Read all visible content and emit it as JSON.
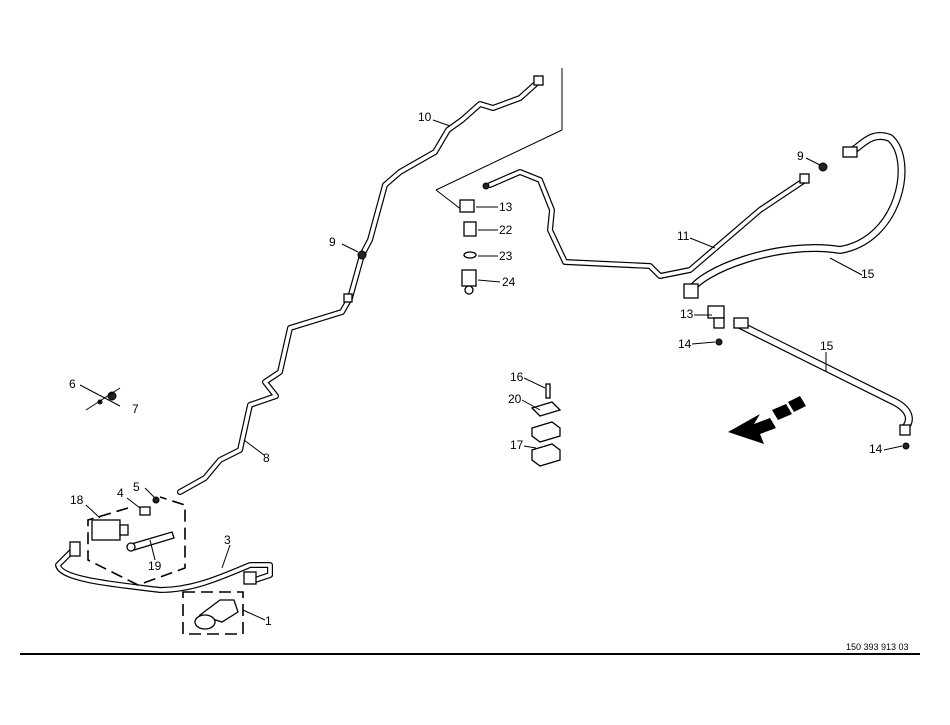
{
  "callouts": [
    "10",
    "9",
    "8",
    "6",
    "7",
    "5",
    "4",
    "18",
    "3",
    "19",
    "1",
    "13",
    "22",
    "23",
    "24",
    "9",
    "11",
    "15",
    "13",
    "14",
    "15",
    "14",
    "16",
    "20",
    "17"
  ],
  "document_number": "150 393 913 03"
}
